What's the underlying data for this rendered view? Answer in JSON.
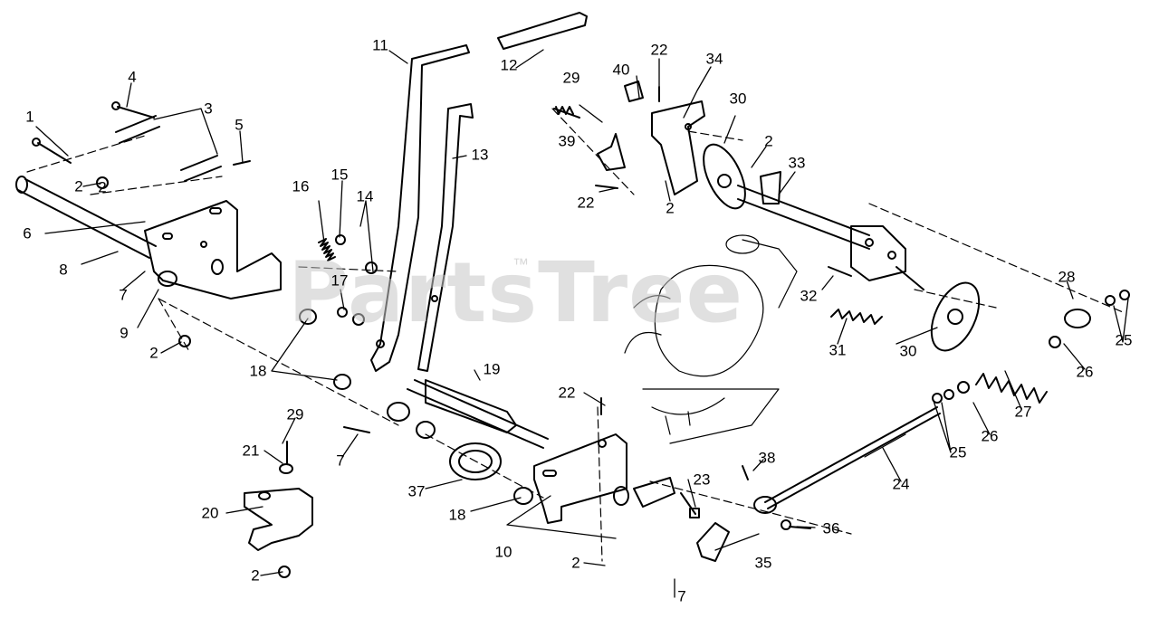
{
  "watermark": {
    "text": "PartsTree",
    "trademark": "™"
  },
  "callouts": {
    "c1": "1",
    "c2a": "2",
    "c2b": "2",
    "c2c": "2",
    "c2d": "2",
    "c2e": "2",
    "c2f": "2",
    "c2g": "2",
    "c3": "3",
    "c4": "4",
    "c5": "5",
    "c6": "6",
    "c7a": "7",
    "c7b": "7",
    "c7c": "7",
    "c8": "8",
    "c9": "9",
    "c10": "10",
    "c11": "11",
    "c12": "12",
    "c13": "13",
    "c14": "14",
    "c15": "15",
    "c16": "16",
    "c17": "17",
    "c18a": "18",
    "c18b": "18",
    "c19": "19",
    "c20": "20",
    "c21": "21",
    "c22a": "22",
    "c22b": "22",
    "c22c": "22",
    "c23": "23",
    "c24": "24",
    "c25a": "25",
    "c25b": "25",
    "c26a": "26",
    "c26b": "26",
    "c27": "27",
    "c28": "28",
    "c29a": "29",
    "c29b": "29",
    "c30a": "30",
    "c30b": "30",
    "c31": "31",
    "c32": "32",
    "c33": "33",
    "c34": "34",
    "c35": "35",
    "c36": "36",
    "c37": "37",
    "c38": "38",
    "c39": "39",
    "c40": "40"
  }
}
